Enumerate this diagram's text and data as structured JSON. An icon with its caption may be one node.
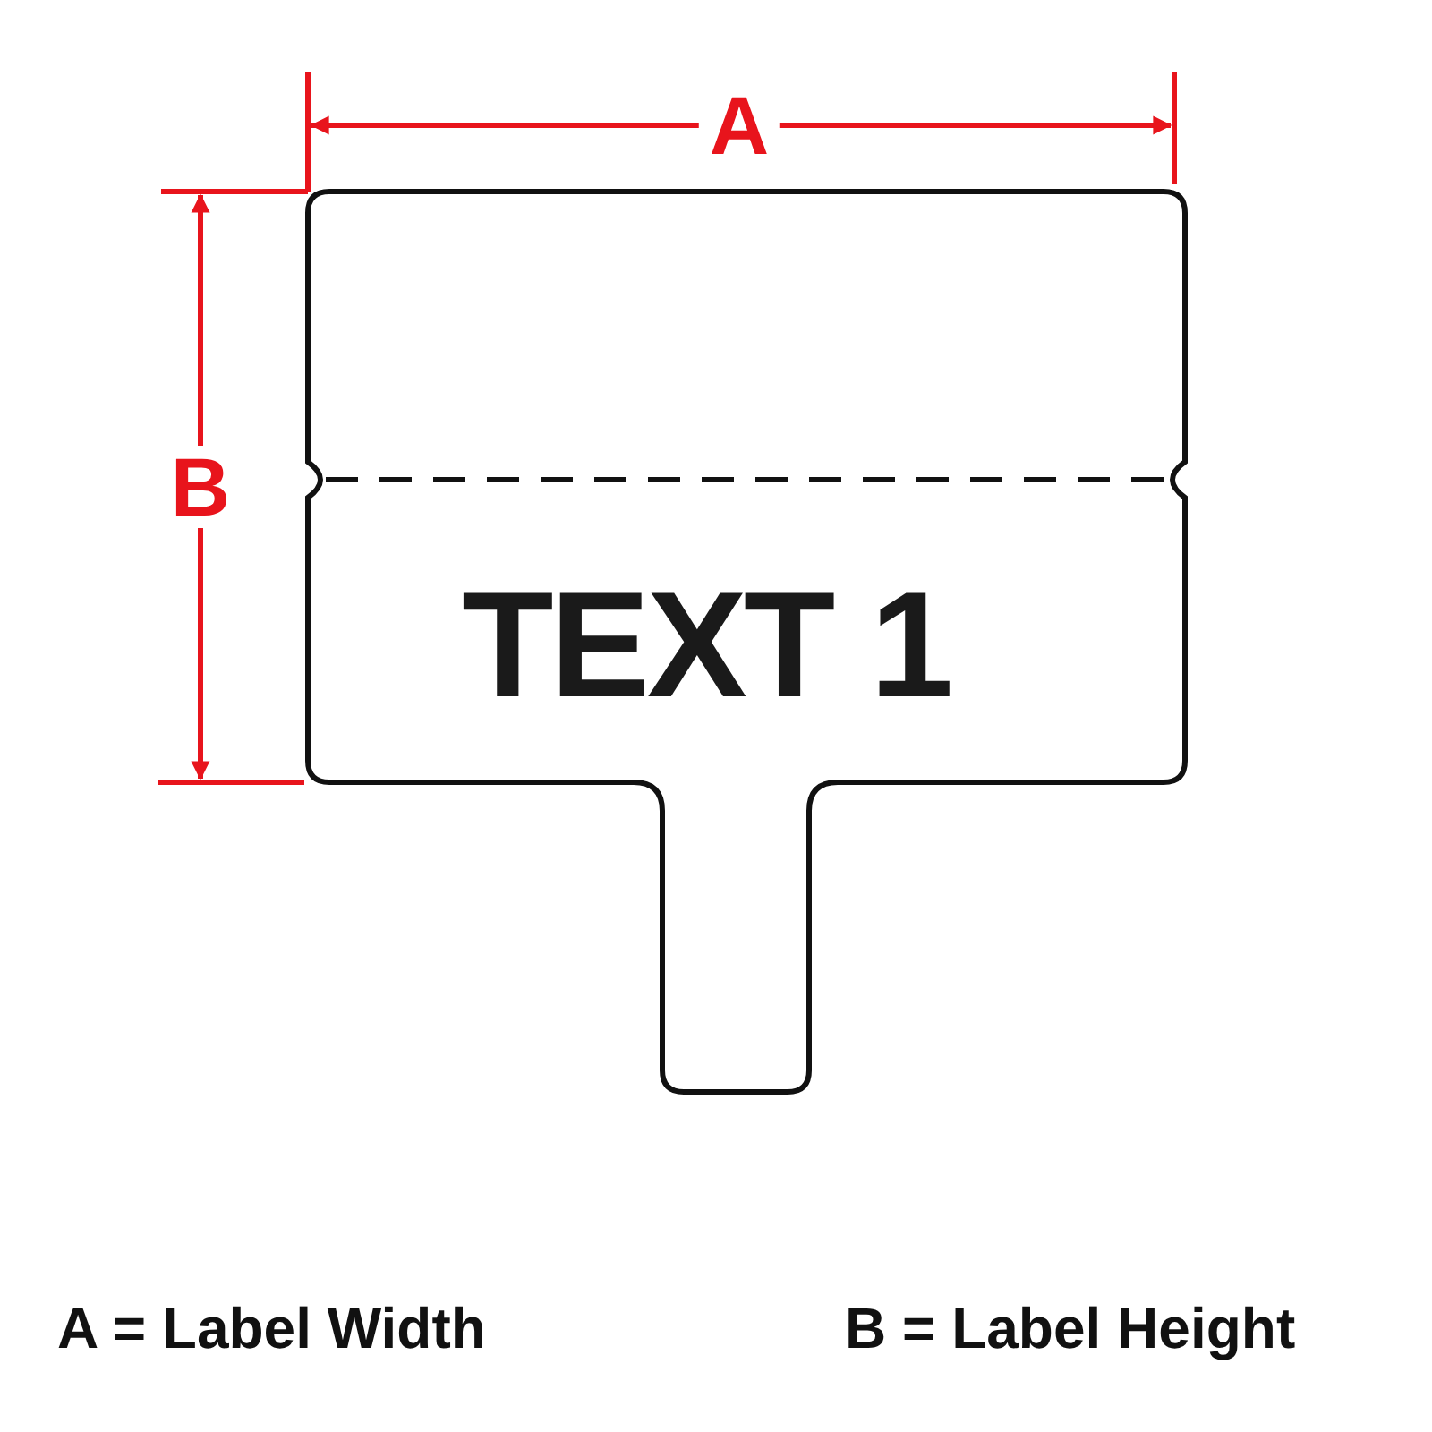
{
  "diagram": {
    "nodes": [
      {
        "text": [
          "TEXT 1"
        ]
      }
    ],
    "edges": [],
    "labels": [
      "A",
      "B",
      "A = Label Width",
      "B = Label Height"
    ]
  }
}
